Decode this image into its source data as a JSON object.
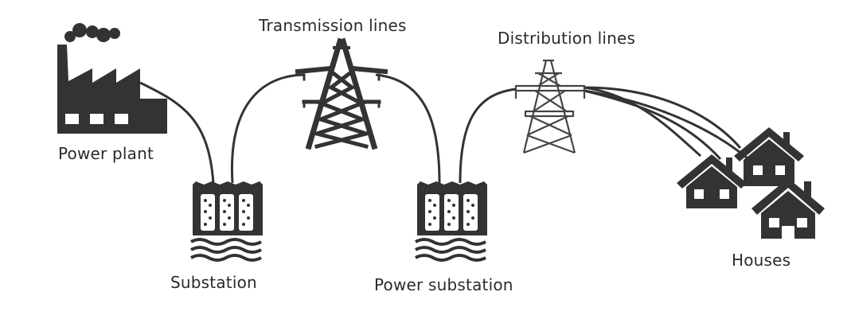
{
  "labels": {
    "power_plant": "Power plant",
    "substation": "Substation",
    "transmission_lines": "Transmission lines",
    "power_substation": "Power substation",
    "distribution_lines": "Distribution lines",
    "houses": "Houses"
  },
  "icons": [
    "factory-icon",
    "substation-icon",
    "transmission-tower-icon",
    "power-substation-icon",
    "distribution-tower-icon",
    "house-icon"
  ],
  "colors": {
    "ink": "#333333",
    "outline": "#3a3a3a",
    "background": "#ffffff"
  }
}
